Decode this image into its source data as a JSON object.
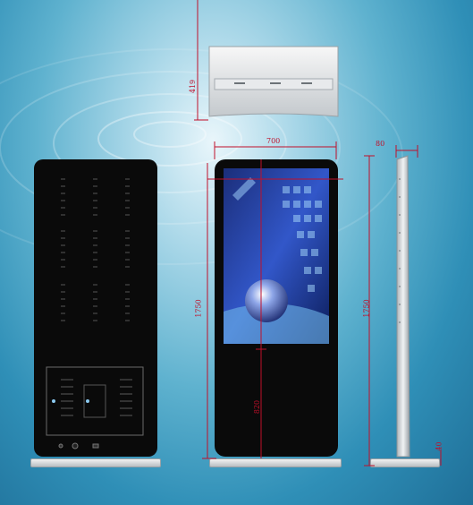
{
  "dimensions": {
    "top_depth": "419",
    "front_width": "700",
    "side_depth": "80",
    "front_height": "1750",
    "side_height": "1750",
    "lower_height": "820",
    "base_height": "40"
  },
  "colors": {
    "dimension_line": "#c0102a",
    "panel": "#0a0a0a",
    "silver": "#c9ced2"
  },
  "icons": {
    "top_view": "kiosk-top-view",
    "back_view": "kiosk-back-view",
    "front_view": "kiosk-front-view",
    "side_view": "kiosk-side-view",
    "screen_art": "sphere-art"
  }
}
